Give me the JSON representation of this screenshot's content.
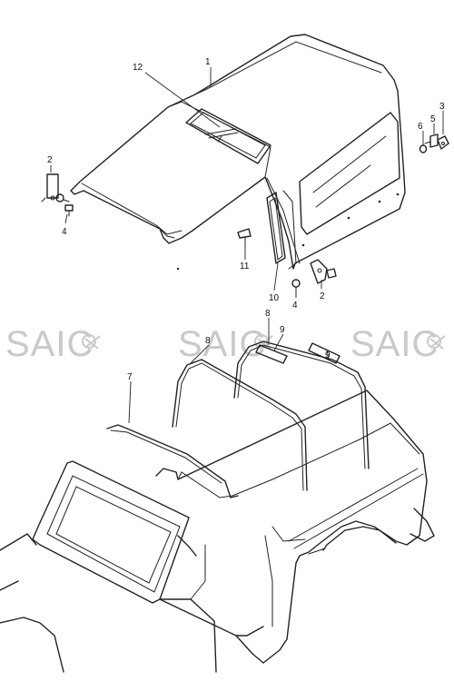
{
  "watermark": {
    "text": "SAIC",
    "color": "#c9c9c9"
  },
  "callouts": [
    {
      "id": "c1",
      "label": "1"
    },
    {
      "id": "c12",
      "label": "12"
    },
    {
      "id": "c2a",
      "label": "2"
    },
    {
      "id": "c4a",
      "label": "4"
    },
    {
      "id": "c3",
      "label": "3"
    },
    {
      "id": "c5",
      "label": "5"
    },
    {
      "id": "c6",
      "label": "6"
    },
    {
      "id": "c11",
      "label": "11"
    },
    {
      "id": "c10",
      "label": "10"
    },
    {
      "id": "c4b",
      "label": "4"
    },
    {
      "id": "c2b",
      "label": "2"
    },
    {
      "id": "c8a",
      "label": "8"
    },
    {
      "id": "c8b",
      "label": "8"
    },
    {
      "id": "c9a",
      "label": "9"
    },
    {
      "id": "c9b",
      "label": "9"
    },
    {
      "id": "c7",
      "label": "7"
    }
  ]
}
